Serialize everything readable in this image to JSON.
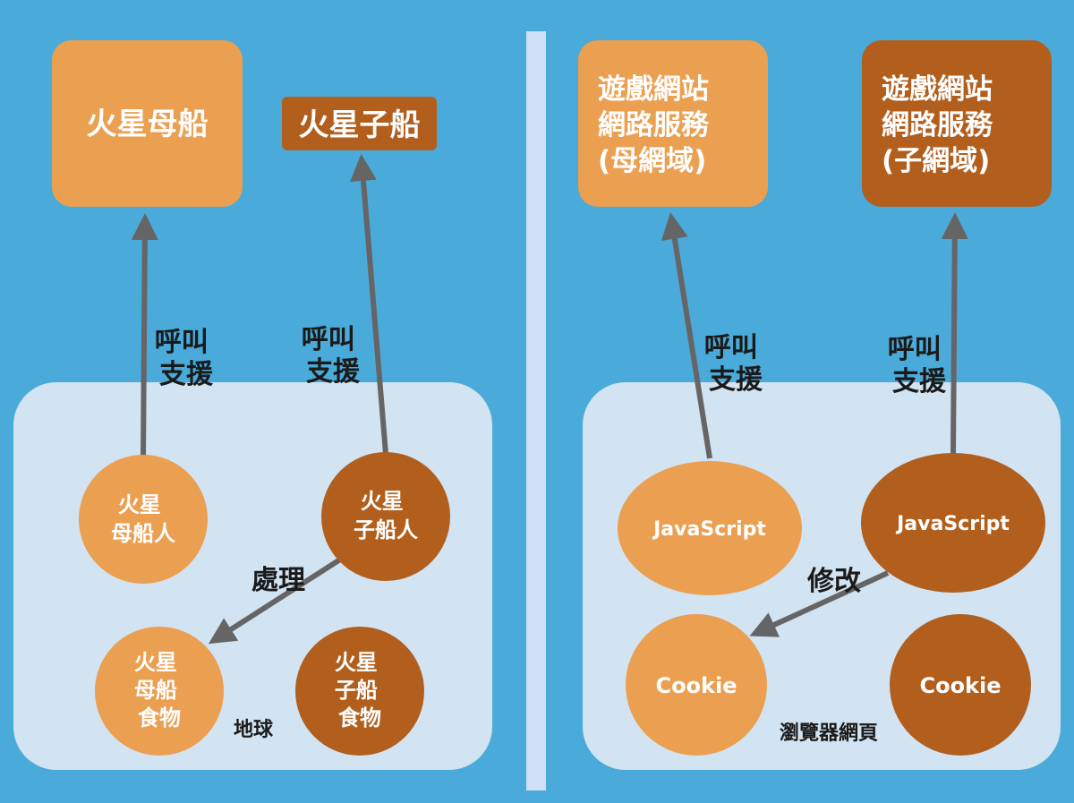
{
  "colors": {
    "background": "#4aaad9",
    "panel": "#d2e3f2",
    "divider": "#cfe0f7",
    "light_orange": "#eb9f51",
    "dark_orange": "#b25e1d",
    "arrow": "#656565"
  },
  "left": {
    "mothership": "火星母船",
    "childship": "火星子船",
    "call_label_1": [
      "呼叫",
      "支援"
    ],
    "call_label_2": [
      "呼叫",
      "支援"
    ],
    "mother_person": [
      "火星",
      "母船人"
    ],
    "child_person": [
      "火星",
      "子船人"
    ],
    "process_label": "處理",
    "mother_food": [
      "火星",
      "母船",
      "食物"
    ],
    "child_food": [
      "火星",
      "子船",
      "食物"
    ],
    "earth_label": "地球"
  },
  "right": {
    "parent_service": [
      "遊戲網站",
      "網路服務",
      "(母網域)"
    ],
    "child_service": [
      "遊戲網站",
      "網路服務",
      "(子網域)"
    ],
    "call_label_1": [
      "呼叫",
      "支援"
    ],
    "call_label_2": [
      "呼叫",
      "支援"
    ],
    "js_parent": "JavaScript",
    "js_child": "JavaScript",
    "modify_label": "修改",
    "cookie_parent": "Cookie",
    "cookie_child": "Cookie",
    "browser_label": "瀏覽器網頁"
  }
}
